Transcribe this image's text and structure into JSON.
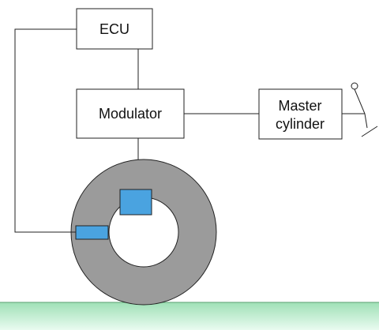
{
  "diagram": {
    "boxes": {
      "ecu": "ECU",
      "modulator": "Modulator",
      "master_line1": "Master",
      "master_line2": "cylinder"
    },
    "colors": {
      "wheel": "#9b9b9b",
      "sensor": "#4aa3e0",
      "ground_top": "#9fe0b6",
      "ground_bottom": "#e9fbf0",
      "line": "#222222"
    }
  }
}
